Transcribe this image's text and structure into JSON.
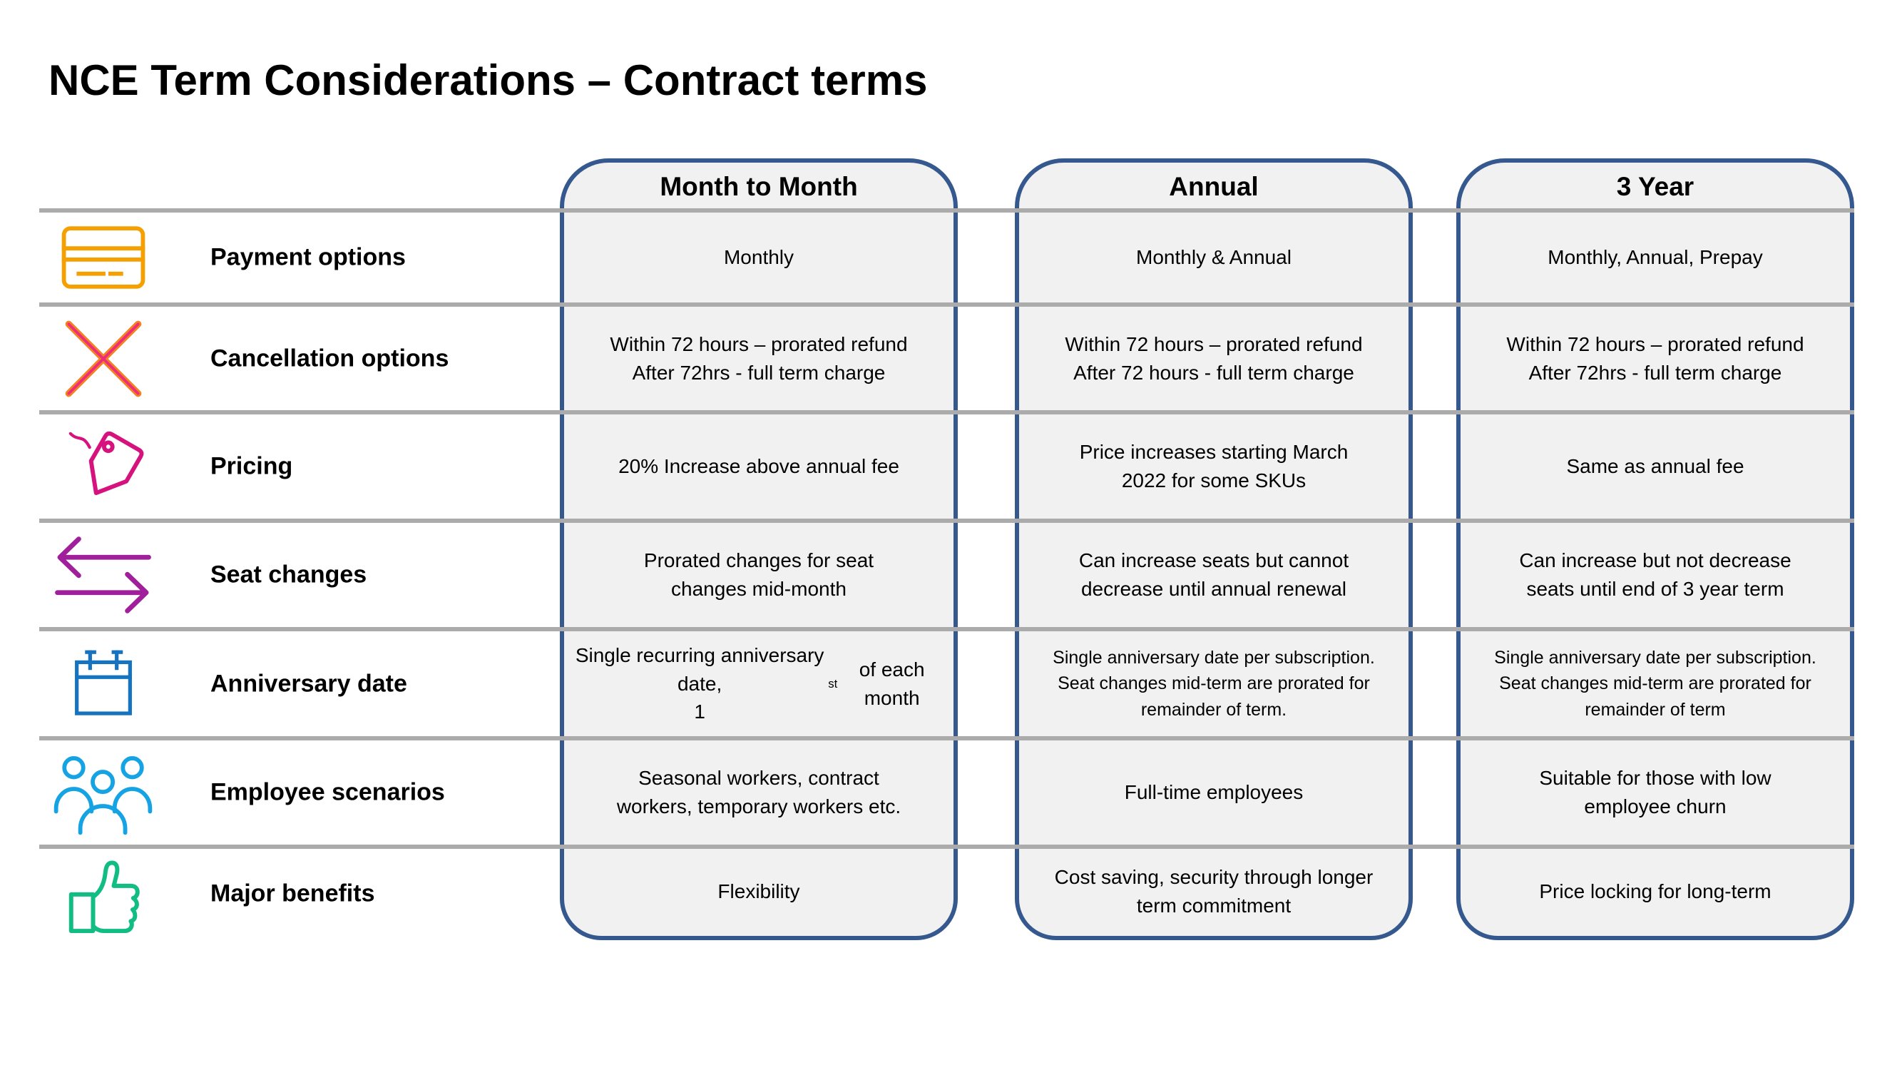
{
  "slide": {
    "title": "NCE Term Considerations – Contract terms"
  },
  "columns": [
    {
      "header": "Month to Month"
    },
    {
      "header": "Annual"
    },
    {
      "header": "3 Year"
    }
  ],
  "rows": [
    {
      "label": "Payment options",
      "icon": "credit-card",
      "cells": [
        "Monthly",
        "Monthly & Annual",
        "Monthly, Annual, Prepay"
      ]
    },
    {
      "label": "Cancellation options",
      "icon": "cancel-x",
      "cells": [
        "Within 72 hours – prorated refund\nAfter 72hrs - full term charge",
        "Within 72 hours – prorated refund\nAfter 72 hours - full term charge",
        "Within 72 hours – prorated refund\nAfter 72hrs - full term charge"
      ]
    },
    {
      "label": "Pricing",
      "icon": "price-tag",
      "cells": [
        "20% Increase above annual fee",
        "Price increases starting March\n2022 for some SKUs",
        "Same as annual fee"
      ]
    },
    {
      "label": "Seat changes",
      "icon": "swap-arrows",
      "cells": [
        "Prorated changes for seat\nchanges mid-month",
        "Can increase seats but cannot\ndecrease until annual renewal",
        "Can increase but not decrease\nseats until end of 3 year term"
      ]
    },
    {
      "label": "Anniversary date",
      "icon": "calendar",
      "cells": [
        {
          "p1": "Single recurring anniversary date,\n1",
          "sup": "st",
          "p2": " of each month"
        },
        "Single anniversary date per subscription.\nSeat changes mid-term are prorated for\nremainder of term.",
        "Single anniversary date per subscription.\nSeat changes mid-term are prorated for\nremainder of term"
      ]
    },
    {
      "label": "Employee scenarios",
      "icon": "people",
      "cells": [
        "Seasonal workers, contract\nworkers, temporary workers etc.",
        "Full-time employees",
        "Suitable for those with low\nemployee churn"
      ]
    },
    {
      "label": "Major benefits",
      "icon": "thumbs-up",
      "cells": [
        "Flexibility",
        "Cost saving, security through longer\nterm commitment",
        "Price locking for long-term"
      ]
    }
  ],
  "theme": {
    "border_blue": "#35598f",
    "cell_bg": "#f1f1f1",
    "divider_gray": "#ababab",
    "text_color": "#000000",
    "icon_card_orange": "#f5a000",
    "icon_x_outer_orange": "#f58220",
    "icon_x_inner_pink": "#ec2d7c",
    "icon_tag_pink": "#d6127e",
    "icon_arrows_purple": "#a0209b",
    "icon_calendar_blue": "#1573c0",
    "icon_people_blue": "#16a3e4",
    "icon_thumb_green": "#11bd82"
  }
}
